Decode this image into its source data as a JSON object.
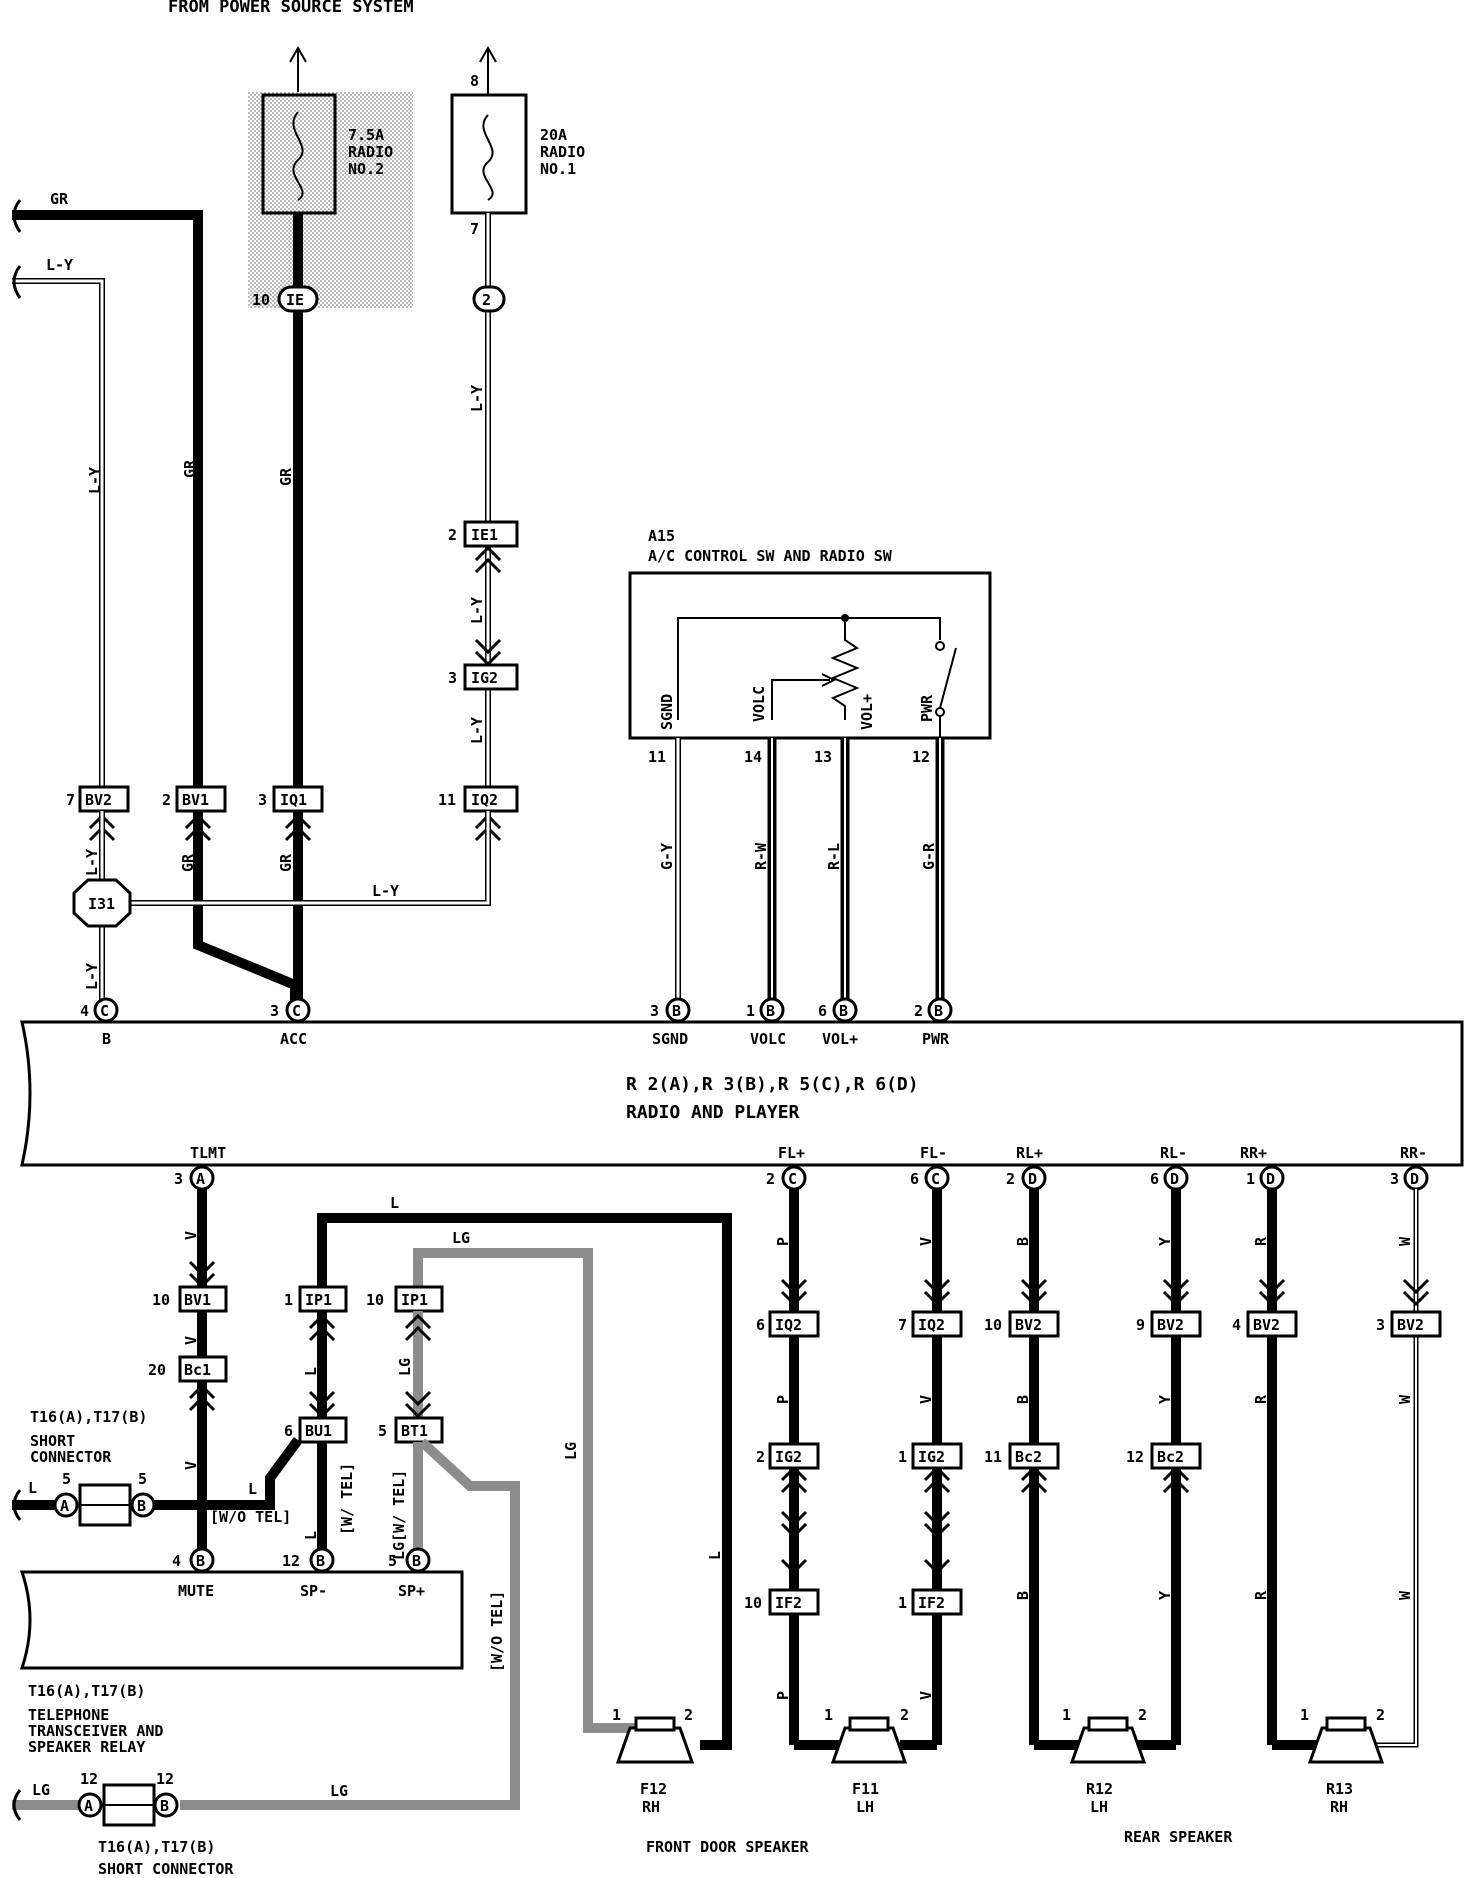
{
  "header": {
    "source": "FROM POWER SOURCE SYSTEM"
  },
  "fuses": [
    {
      "amp": "7.5A",
      "name": "RADIO",
      "num": "NO.2"
    },
    {
      "amp": "20A",
      "name": "RADIO",
      "num": "NO.1",
      "pin_top": "8",
      "pin_bottom": "7"
    }
  ],
  "ja": {
    "pin": "10",
    "code": "IE"
  },
  "jb": {
    "code": "2"
  },
  "wires": {
    "gr": "GR",
    "ly": "L-Y",
    "gy": "G-Y",
    "rw": "R-W",
    "rl": "R-L",
    "gra": "G-R",
    "l": "L",
    "lg": "LG",
    "v": "V",
    "p": "P",
    "b": "B",
    "y": "Y",
    "r": "R",
    "w": "W"
  },
  "connectors": {
    "ie1": {
      "pin": "2",
      "code": "IE1"
    },
    "ig2a": {
      "pin": "3",
      "code": "IG2"
    },
    "iq2a": {
      "pin": "11",
      "code": "IQ2"
    },
    "bv2a": {
      "pin": "7",
      "code": "BV2"
    },
    "bv1a": {
      "pin": "2",
      "code": "BV1"
    },
    "iq1": {
      "pin": "3",
      "code": "IQ1"
    },
    "i31": "I31",
    "bv1b": {
      "pin": "10",
      "code": "BV1"
    },
    "bc1": {
      "pin": "20",
      "code": "Bc1"
    },
    "ip1a": {
      "pin": "1",
      "code": "IP1"
    },
    "ip1b": {
      "pin": "10",
      "code": "IP1"
    },
    "bu1": {
      "pin": "6",
      "code": "BU1"
    },
    "bt1": {
      "pin": "5",
      "code": "BT1"
    },
    "iq2b": {
      "pin": "6",
      "code": "IQ2"
    },
    "iq2c": {
      "pin": "7",
      "code": "IQ2"
    },
    "bv2b": {
      "pin": "10",
      "code": "BV2"
    },
    "bv2c": {
      "pin": "9",
      "code": "BV2"
    },
    "bv2d": {
      "pin": "4",
      "code": "BV2"
    },
    "bv2e": {
      "pin": "3",
      "code": "BV2"
    },
    "ig2b": {
      "pin": "2",
      "code": "IG2"
    },
    "ig2c": {
      "pin": "1",
      "code": "IG2"
    },
    "bc2a": {
      "pin": "11",
      "code": "Bc2"
    },
    "bc2b": {
      "pin": "12",
      "code": "Bc2"
    },
    "if2a": {
      "pin": "10",
      "code": "IF2"
    },
    "if2b": {
      "pin": "1",
      "code": "IF2"
    }
  },
  "switch": {
    "id": "A15",
    "title": "A/C CONTROL SW AND RADIO SW",
    "terminals": [
      {
        "name": "SGND",
        "pin": "11"
      },
      {
        "name": "VOLC",
        "pin": "14"
      },
      {
        "name": "VOL+",
        "pin": "13"
      },
      {
        "name": "PWR",
        "pin": "12"
      }
    ]
  },
  "radio": {
    "conn_line": "R 2(A),R 3(B),R 5(C),R 6(D)",
    "name": "RADIO AND PLAYER",
    "top_terms": [
      {
        "name": "B",
        "pin": "4",
        "letter": "C"
      },
      {
        "name": "ACC",
        "pin": "3",
        "letter": "C"
      },
      {
        "name": "SGND",
        "pin": "3",
        "letter": "B"
      },
      {
        "name": "VOLC",
        "pin": "1",
        "letter": "B"
      },
      {
        "name": "VOL+",
        "pin": "6",
        "letter": "B"
      },
      {
        "name": "PWR",
        "pin": "2",
        "letter": "B"
      }
    ],
    "bottom_terms": [
      {
        "name": "TLMT",
        "pin": "3",
        "letter": "A"
      },
      {
        "name": "FL+",
        "pin": "2",
        "letter": "C"
      },
      {
        "name": "FL-",
        "pin": "6",
        "letter": "C"
      },
      {
        "name": "RL+",
        "pin": "2",
        "letter": "D"
      },
      {
        "name": "RL-",
        "pin": "6",
        "letter": "D"
      },
      {
        "name": "RR+",
        "pin": "1",
        "letter": "D"
      },
      {
        "name": "RR-",
        "pin": "3",
        "letter": "D"
      }
    ]
  },
  "short1": {
    "ref": "T16(A),T17(B)",
    "title": "SHORT",
    "title2": "CONNECTOR",
    "pin_l": "5",
    "pin_r": "5"
  },
  "short2": {
    "ref": "T16(A),T17(B)",
    "title": "SHORT CONNECTOR",
    "pin_l": "12",
    "pin_r": "12"
  },
  "phone": {
    "ref": "T16(A),T17(B)",
    "name1": "TELEPHONE",
    "name2": "TRANSCEIVER AND",
    "name3": "SPEAKER RELAY",
    "terms": [
      {
        "name": "MUTE",
        "pin": "4",
        "letter": "B"
      },
      {
        "name": "SP-",
        "pin": "12",
        "letter": "B"
      },
      {
        "name": "SP+",
        "pin": "5",
        "letter": "B"
      }
    ]
  },
  "notes": {
    "wo_tel": "[W/O TEL]",
    "w_tel": "[W/ TEL]",
    "lg_w_tel": "LG[W/ TEL]",
    "wo_tel2": "[W/O TEL]"
  },
  "speakers": [
    {
      "code": "F12",
      "side": "RH"
    },
    {
      "code": "F11",
      "side": "LH"
    },
    {
      "code": "R12",
      "side": "LH"
    },
    {
      "code": "R13",
      "side": "RH"
    }
  ],
  "speaker_pins": {
    "p1": "1",
    "p2": "2"
  },
  "groups": {
    "front": "FRONT DOOR SPEAKER",
    "rear": "REAR SPEAKER"
  }
}
